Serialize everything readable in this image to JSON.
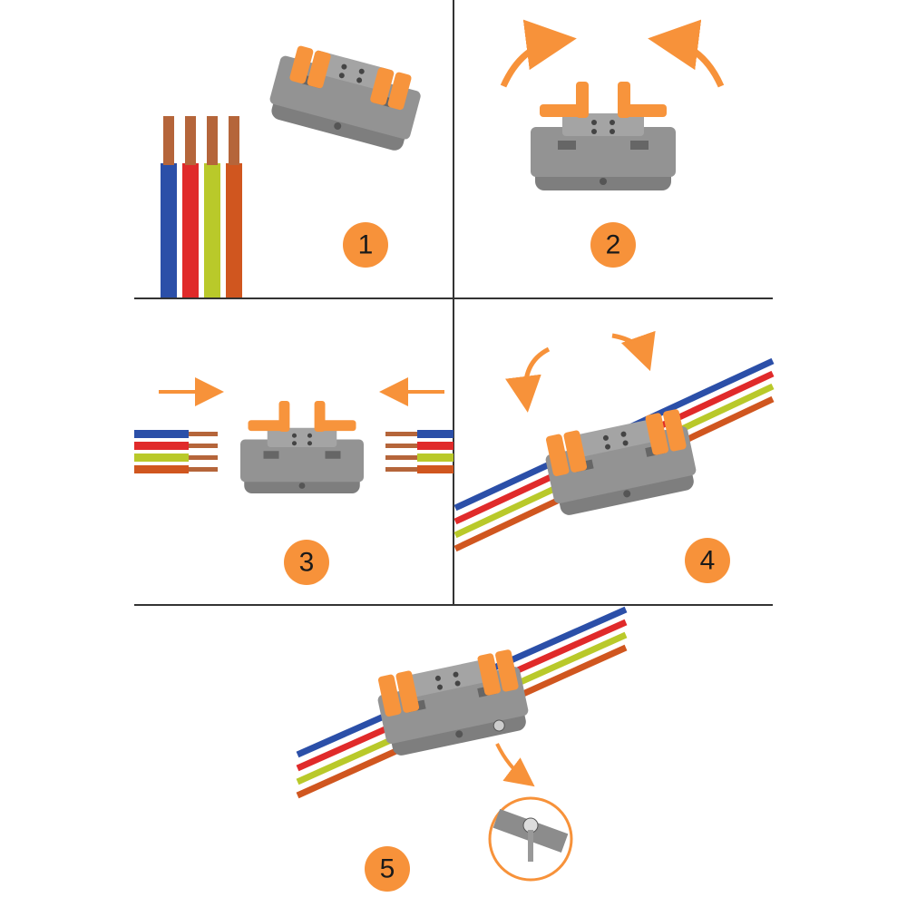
{
  "steps": [
    {
      "number": "1"
    },
    {
      "number": "2"
    },
    {
      "number": "3"
    },
    {
      "number": "4"
    },
    {
      "number": "5"
    }
  ],
  "colors": {
    "accent": "#f7923a",
    "connector_body": "#8c8c8c",
    "lever": "#f7943c",
    "wire_blue": "#2b4fa8",
    "wire_red": "#e02a2a",
    "wire_yellow_green": "#b9c92a",
    "wire_orange": "#d0561f",
    "copper": "#b5653a",
    "grid_line": "#333333"
  }
}
